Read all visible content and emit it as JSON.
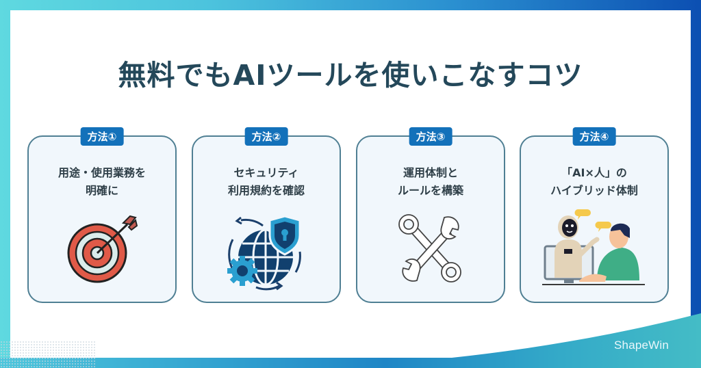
{
  "title": "無料でもAIツールを使いこなすコツ",
  "colors": {
    "title": "#24485a",
    "badge": "#1371ba",
    "card_bg": "#f1f7fc",
    "card_border": "#4f7f93",
    "frame_left": "#5fd9e0",
    "frame_right": "#0c4fb2",
    "wave": "#3fb6c8"
  },
  "cards": [
    {
      "badge": "方法①",
      "lines": [
        "用途・使用業務を",
        "明確に"
      ],
      "icon": "target-arrow-icon"
    },
    {
      "badge": "方法②",
      "lines": [
        "セキュリティ",
        "利用規約を確認"
      ],
      "icon": "globe-shield-gear-icon"
    },
    {
      "badge": "方法③",
      "lines": [
        "運用体制と",
        "ルールを構築"
      ],
      "icon": "crossed-wrenches-icon"
    },
    {
      "badge": "方法④",
      "lines": [
        "「AI×人」の",
        "ハイブリッド体制"
      ],
      "icon": "ai-human-chat-icon"
    }
  ],
  "logo": {
    "text": "ShapeWin"
  }
}
